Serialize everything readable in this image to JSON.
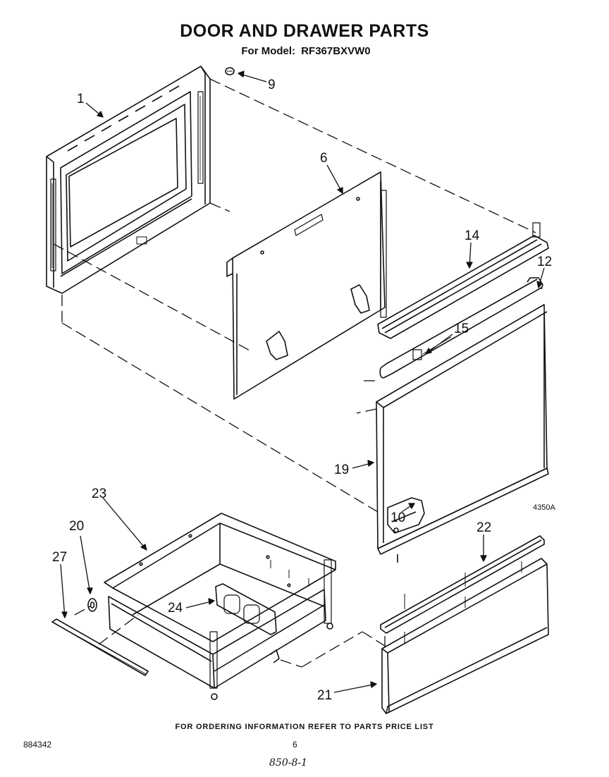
{
  "header": {
    "title": "DOOR AND DRAWER PARTS",
    "model_prefix": "For Model:",
    "model_number": "RF367BXVW0"
  },
  "callouts": [
    "1",
    "9",
    "6",
    "14",
    "12",
    "15",
    "19",
    "10",
    "23",
    "20",
    "27",
    "24",
    "22",
    "21"
  ],
  "figure_code": "4350A",
  "footer": {
    "ordering_note": "FOR ORDERING INFORMATION REFER TO PARTS PRICE LIST",
    "doc_number": "884342",
    "page_number": "6",
    "handwritten_note": "850-8-1"
  }
}
